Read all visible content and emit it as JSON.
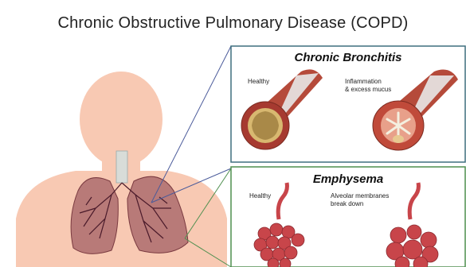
{
  "title": "Chronic Obstructive Pulmonary Disease (COPD)",
  "panels": {
    "bronchitis": {
      "heading": "Chronic Bronchitis",
      "left_label": "Healthy",
      "right_label_line1": "Inflammation",
      "right_label_line2": "& excess mucus"
    },
    "emphysema": {
      "heading": "Emphysema",
      "left_label": "Healthy",
      "right_label_line1": "Alveolar membranes",
      "right_label_line2": "break down"
    }
  },
  "colors": {
    "body_silhouette": "#f8c9b3",
    "lung_fill": "#b87a78",
    "lung_vessel": "#4a1a2a",
    "trachea": "#d8dcd8",
    "panel_border_top": "#3f6f7f",
    "panel_border_bottom": "#4f8f4f",
    "airway_outer": "#b54a3a",
    "mucus": "#e8c890",
    "alveoli": "#c8454a"
  }
}
